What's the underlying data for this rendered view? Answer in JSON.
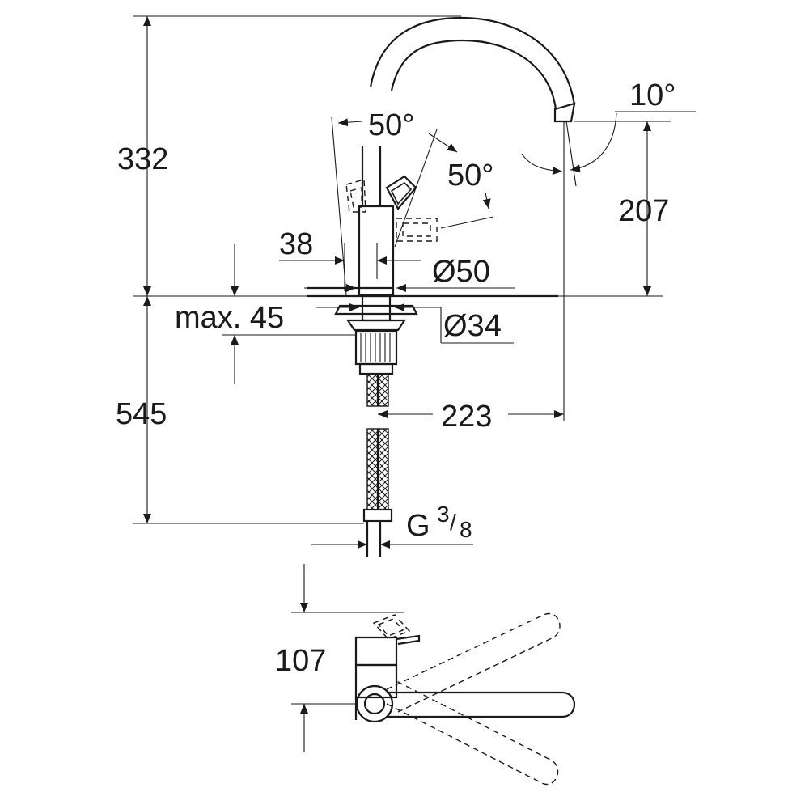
{
  "diagram": {
    "dimensions": {
      "spout_height": "332",
      "total_height_below": "545",
      "spout_reach": "223",
      "outlet_height": "207",
      "spout_angle": "10°",
      "lever_angle_front": "50°",
      "lever_angle_side": "50°",
      "lever_width": "38",
      "base_diameter": "Ø50",
      "hole_diameter": "Ø34",
      "max_deck_thickness": "max. 45",
      "connection_thread": "G",
      "connection_fraction_num": "3",
      "connection_fraction_den": "8",
      "lever_top_height": "107"
    }
  }
}
